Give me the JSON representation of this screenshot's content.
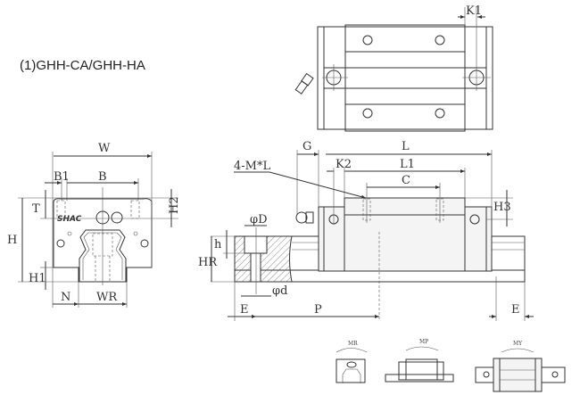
{
  "title": "(1)GHH-CA/GHH-HA",
  "logo": "SHAC",
  "top_view": {
    "k1": "K1"
  },
  "front_view": {
    "w": "W",
    "b1": "B1",
    "b": "B",
    "t": "T",
    "h2": "H2",
    "h": "H",
    "h1": "H1",
    "n": "N",
    "wr": "WR"
  },
  "side_view": {
    "g": "G",
    "l": "L",
    "k2": "K2",
    "l1": "L1",
    "c": "C",
    "mxl": "4-M*L",
    "h3": "H3",
    "phi_D": "φD",
    "phi_d": "φd",
    "h_small": "h",
    "hr": "HR",
    "e_left": "E",
    "p": "P",
    "e_right": "E"
  },
  "moments": {
    "mr": "MR",
    "mp": "MP",
    "my": "MY"
  },
  "colors": {
    "line": "#333333",
    "background": "#ffffff"
  }
}
